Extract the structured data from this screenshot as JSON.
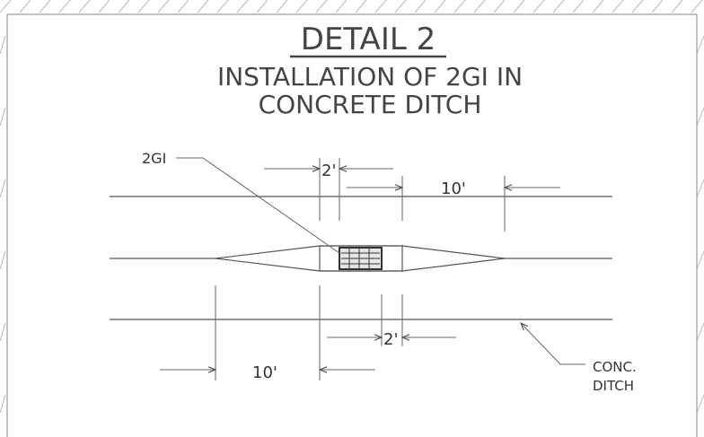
{
  "title": {
    "heading": "DETAIL 2",
    "line1": "INSTALLATION  OF 2GI IN",
    "line2": "CONCRETE  DITCH"
  },
  "labels": {
    "inlet": "2GI",
    "dim_top_small": "2'",
    "dim_top_large": "10'",
    "dim_bottom_small": "2'",
    "dim_bottom_large": "10'",
    "ditch_line1": "CONC.",
    "ditch_line2": "DITCH"
  },
  "colors": {
    "line": "#555555",
    "text": "#444444",
    "frame_hatch": "#b8b8b8",
    "grate_fill": "#e6e6e6"
  }
}
